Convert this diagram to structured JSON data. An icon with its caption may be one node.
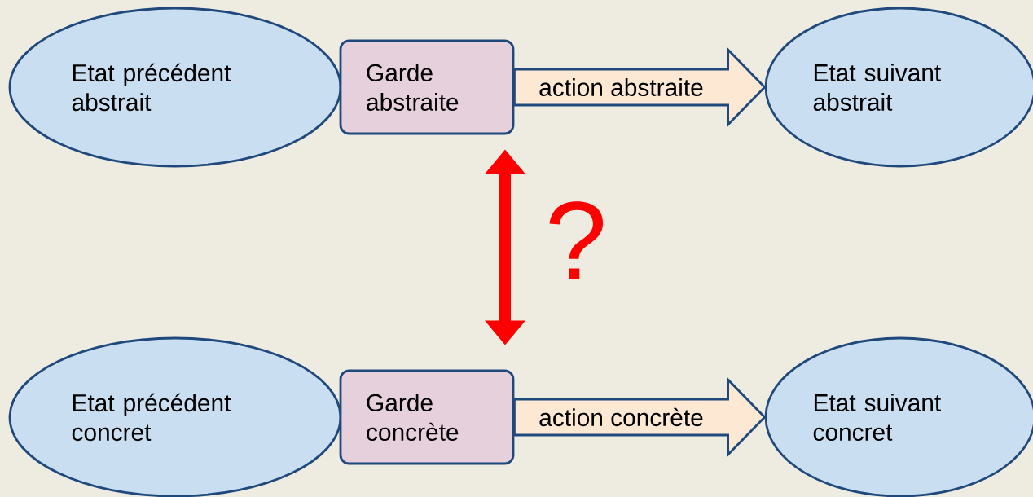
{
  "diagram": {
    "nodes": [
      {
        "text": [
          "Etat précédent abstrait"
        ]
      },
      {
        "text": [
          "Garde abstraite"
        ]
      },
      {
        "text": [
          "Etat suivant abstrait"
        ]
      },
      {
        "text": [
          "Etat précédent concret"
        ]
      },
      {
        "text": [
          "Garde concrète"
        ]
      },
      {
        "text": [
          "Etat suivant concret"
        ]
      }
    ],
    "edges": [
      {
        "from": 1,
        "to": 2,
        "arrow": "to",
        "label": "action abstraite"
      },
      {
        "from": 4,
        "to": 5,
        "arrow": "to",
        "label": "action concrète"
      },
      {
        "from": 1,
        "to": 4,
        "arrow": "both",
        "color": "#ff0000"
      }
    ],
    "labels": [
      "?"
    ]
  }
}
